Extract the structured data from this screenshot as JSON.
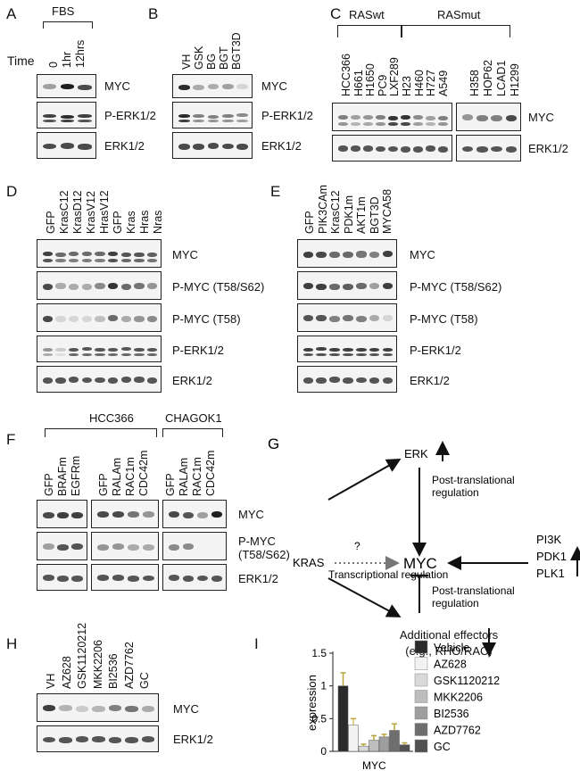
{
  "panels": {
    "A": {
      "letter": "A",
      "bracket_label": "FBS",
      "time_label": "Time",
      "lanes": [
        "0",
        "1hr",
        "12hrs"
      ],
      "blots": [
        "MYC",
        "P-ERK1/2",
        "ERK1/2"
      ]
    },
    "B": {
      "letter": "B",
      "lanes": [
        "VH",
        "GSK",
        "BG",
        "BGT",
        "BGT3D"
      ],
      "blots": [
        "MYC",
        "P-ERK1/2",
        "ERK1/2"
      ]
    },
    "C": {
      "letter": "C",
      "group_wt": "RASwt",
      "group_mut": "RASmut",
      "lanes": [
        "HCC366",
        "H661",
        "H1650",
        "PC9",
        "LXF289",
        "H23",
        "H460",
        "H727",
        "A549",
        "H358",
        "HOP62",
        "LCAD1",
        "H1299"
      ],
      "blots": [
        "MYC",
        "ERK1/2"
      ]
    },
    "D": {
      "letter": "D",
      "lanes": [
        "GFP",
        "KrasC12",
        "KrasD12",
        "KrasV12",
        "HrasV12",
        "GFP",
        "Kras",
        "Hras",
        "Nras"
      ],
      "blots": [
        "MYC",
        "P-MYC (T58/S62)",
        "P-MYC (T58)",
        "P-ERK1/2",
        "ERK1/2"
      ]
    },
    "E": {
      "letter": "E",
      "lanes": [
        "GFP",
        "PIK3CAm",
        "KrasC12",
        "PDK1m",
        "AKT1m",
        "BGT3D",
        "MYCA58"
      ],
      "blots": [
        "MYC",
        "P-MYC (T58/S62)",
        "P-MYC (T58)",
        "P-ERK1/2",
        "ERK1/2"
      ]
    },
    "F": {
      "letter": "F",
      "group1": "HCC366",
      "group2": "CHAGOK1",
      "lanes_a": [
        "GFP",
        "BRAFm",
        "EGFRm"
      ],
      "lanes_b": [
        "GFP",
        "RALAm",
        "RAC1m",
        "CDC42m"
      ],
      "lanes_c": [
        "GFP",
        "RALAm",
        "RAC1m",
        "CDC42m"
      ],
      "blots": [
        "MYC",
        "P-MYC",
        "(T58/S62)",
        "ERK1/2"
      ]
    },
    "G": {
      "letter": "G",
      "kras": "KRAS",
      "erk": "ERK",
      "myc": "MYC",
      "question": "?",
      "transcriptional": "Transcriptional regulation",
      "post1": "Post-translational",
      "post1b": "regulation",
      "post2": "Post-translational",
      "post2b": "regulation",
      "pi3k": "PI3K",
      "pdk1": "PDK1",
      "plk1": "PLK1",
      "additional": "Additional effectors",
      "additional_b": "(e.g., RHO/RAC)"
    },
    "H": {
      "letter": "H",
      "lanes": [
        "VH",
        "AZ628",
        "GSK1120212",
        "MKK2206",
        "BI2536",
        "AZD7762",
        "GC"
      ],
      "blots": [
        "MYC",
        "ERK1/2"
      ]
    },
    "I": {
      "letter": "I"
    }
  },
  "chart_data": {
    "type": "bar",
    "categories": [
      "MYC"
    ],
    "ylabel": "Relative mRNA expression",
    "xlabel": "MYC",
    "ylim": [
      0,
      1.5
    ],
    "yticks": [
      "0",
      "0.5",
      "1",
      "1.5"
    ],
    "series": [
      {
        "name": "Vehicle",
        "value": 1.0,
        "error": 0.2,
        "color": "#2b2b2b"
      },
      {
        "name": "AZ628",
        "value": 0.4,
        "error": 0.1,
        "color": "#f2f2f2"
      },
      {
        "name": "GSK1120212",
        "value": 0.08,
        "error": 0.03,
        "color": "#d9d9d9"
      },
      {
        "name": "MKK2206",
        "value": 0.17,
        "error": 0.07,
        "color": "#bdbdbd"
      },
      {
        "name": "BI2536",
        "value": 0.22,
        "error": 0.04,
        "color": "#9e9e9e"
      },
      {
        "name": "AZD7762",
        "value": 0.32,
        "error": 0.1,
        "color": "#6e6e6e"
      },
      {
        "name": "GC",
        "value": 0.1,
        "error": 0.03,
        "color": "#505050"
      }
    ]
  }
}
